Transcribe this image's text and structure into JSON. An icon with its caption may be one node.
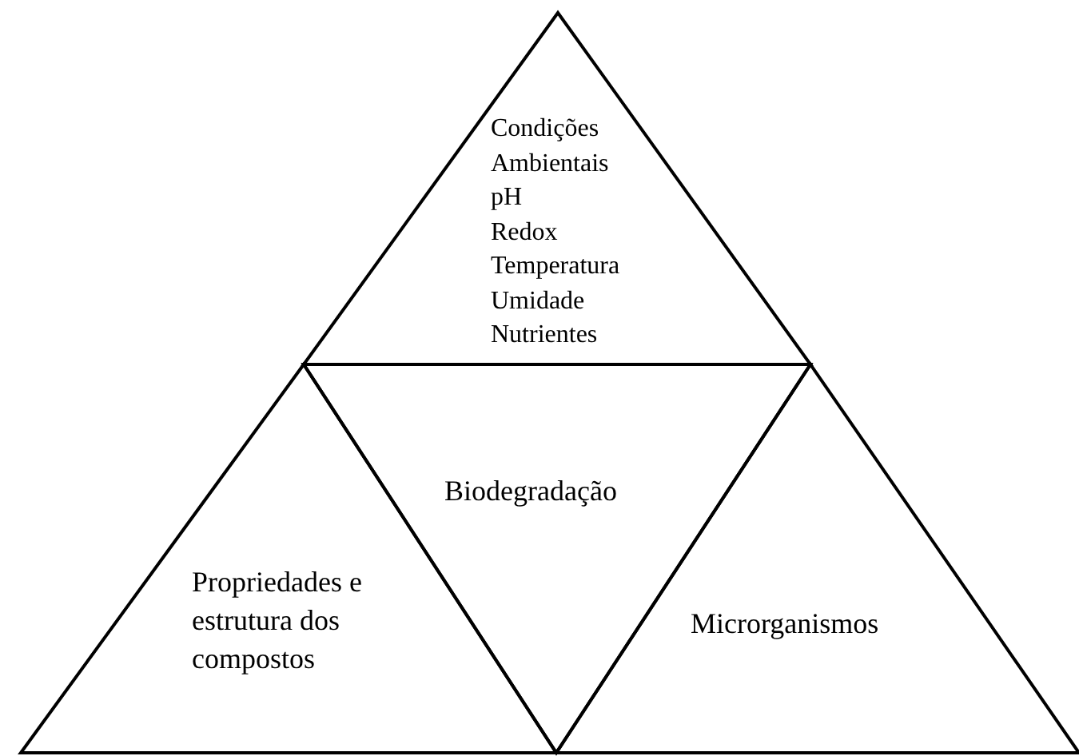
{
  "diagram": {
    "nodes": [
      {
        "text": [
          "Condições Ambientais",
          "pH",
          "Redox",
          "Temperatura",
          "Umidade",
          "Nutrientes"
        ]
      },
      {
        "text": [
          "Propriedades e estrutura dos compostos"
        ]
      },
      {
        "text": [
          "Biodegradação"
        ]
      },
      {
        "text": [
          "Microrganismos"
        ]
      }
    ]
  }
}
